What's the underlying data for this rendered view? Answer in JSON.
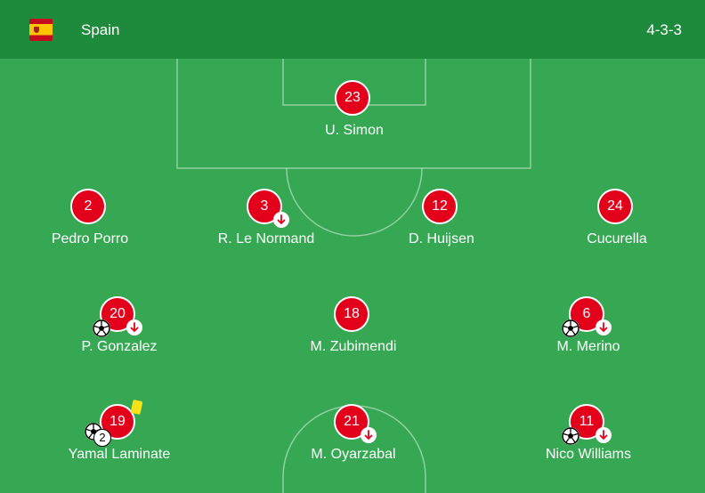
{
  "header": {
    "flag_icon": "spain-flag-icon",
    "team_name": "Spain",
    "formation": "4-3-3"
  },
  "colors": {
    "header_bg": "#1d8a3c",
    "pitch": "#36a853",
    "player_circle": "#e2001a",
    "card": "#f5e21a"
  },
  "players": [
    {
      "number": "23",
      "name": "U. Simon",
      "events": []
    },
    {
      "number": "2",
      "name": "Pedro Porro",
      "events": []
    },
    {
      "number": "3",
      "name": "R. Le Normand",
      "events": [
        "substitution-off-icon"
      ]
    },
    {
      "number": "12",
      "name": "D. Huijsen",
      "events": []
    },
    {
      "number": "24",
      "name": "Cucurella",
      "events": []
    },
    {
      "number": "20",
      "name": "P. Gonzalez",
      "events": [
        "goal-icon",
        "substitution-off-icon"
      ]
    },
    {
      "number": "18",
      "name": "M. Zubimendi",
      "events": []
    },
    {
      "number": "6",
      "name": "M. Merino",
      "events": [
        "goal-icon",
        "substitution-off-icon"
      ]
    },
    {
      "number": "19",
      "name": "Yamal Laminate",
      "events": [
        "yellow-card-icon",
        "goal-icon"
      ],
      "goals": "2"
    },
    {
      "number": "21",
      "name": "M. Oyarzabal",
      "events": [
        "substitution-off-icon"
      ]
    },
    {
      "number": "11",
      "name": "Nico Williams",
      "events": [
        "goal-icon",
        "substitution-off-icon"
      ]
    }
  ]
}
